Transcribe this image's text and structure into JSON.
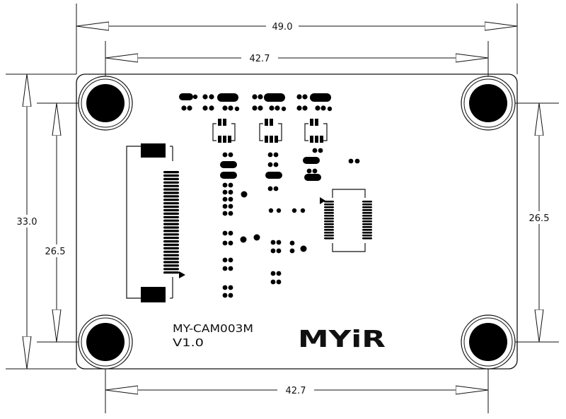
{
  "dimensions": {
    "overall_width": "49.0",
    "hole_pitch_top": "42.7",
    "hole_pitch_bottom": "42.7",
    "overall_height": "33.0",
    "hole_pitch_left": "26.5",
    "hole_pitch_right": "26.5"
  },
  "silkscreen": {
    "model": "MY-CAM003M",
    "version": "V1.0"
  },
  "logo": {
    "text": "MYiR"
  }
}
